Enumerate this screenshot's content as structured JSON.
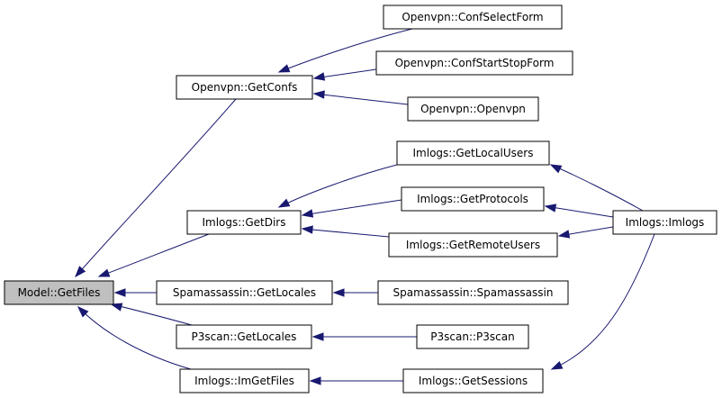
{
  "graph": {
    "colors": {
      "edge": "#191970",
      "root_fill": "#bfbfbf",
      "node_fill": "#ffffff",
      "border": "#000000"
    },
    "nodes": {
      "model_getfiles": "Model::GetFiles",
      "openvpn_getconfs": "Openvpn::GetConfs",
      "openvpn_confselectform": "Openvpn::ConfSelectForm",
      "openvpn_confstartstopform": "Openvpn::ConfStartStopForm",
      "openvpn_openvpn": "Openvpn::Openvpn",
      "imlogs_getdirs": "Imlogs::GetDirs",
      "imlogs_getlocalusers": "Imlogs::GetLocalUsers",
      "imlogs_getprotocols": "Imlogs::GetProtocols",
      "imlogs_getremoteusers": "Imlogs::GetRemoteUsers",
      "imlogs_imlogs": "Imlogs::Imlogs",
      "spamassassin_getlocales": "Spamassassin::GetLocales",
      "spamassassin_spamassassin": "Spamassassin::Spamassassin",
      "p3scan_getlocales": "P3scan::GetLocales",
      "p3scan_p3scan": "P3scan::P3scan",
      "imlogs_imgetfiles": "Imlogs::ImGetFiles",
      "imlogs_getsessions": "Imlogs::GetSessions"
    },
    "edges": [
      {
        "from": "openvpn_getconfs",
        "to": "model_getfiles"
      },
      {
        "from": "imlogs_getdirs",
        "to": "model_getfiles"
      },
      {
        "from": "spamassassin_getlocales",
        "to": "model_getfiles"
      },
      {
        "from": "p3scan_getlocales",
        "to": "model_getfiles"
      },
      {
        "from": "imlogs_imgetfiles",
        "to": "model_getfiles"
      },
      {
        "from": "openvpn_confselectform",
        "to": "openvpn_getconfs"
      },
      {
        "from": "openvpn_confstartstopform",
        "to": "openvpn_getconfs"
      },
      {
        "from": "openvpn_openvpn",
        "to": "openvpn_getconfs"
      },
      {
        "from": "imlogs_getlocalusers",
        "to": "imlogs_getdirs"
      },
      {
        "from": "imlogs_getprotocols",
        "to": "imlogs_getdirs"
      },
      {
        "from": "imlogs_getremoteusers",
        "to": "imlogs_getdirs"
      },
      {
        "from": "imlogs_imlogs",
        "to": "imlogs_getlocalusers"
      },
      {
        "from": "imlogs_imlogs",
        "to": "imlogs_getprotocols"
      },
      {
        "from": "imlogs_imlogs",
        "to": "imlogs_getremoteusers"
      },
      {
        "from": "imlogs_imlogs",
        "to": "imlogs_getsessions"
      },
      {
        "from": "spamassassin_spamassassin",
        "to": "spamassassin_getlocales"
      },
      {
        "from": "p3scan_p3scan",
        "to": "p3scan_getlocales"
      },
      {
        "from": "imlogs_getsessions",
        "to": "imlogs_imgetfiles"
      }
    ]
  }
}
